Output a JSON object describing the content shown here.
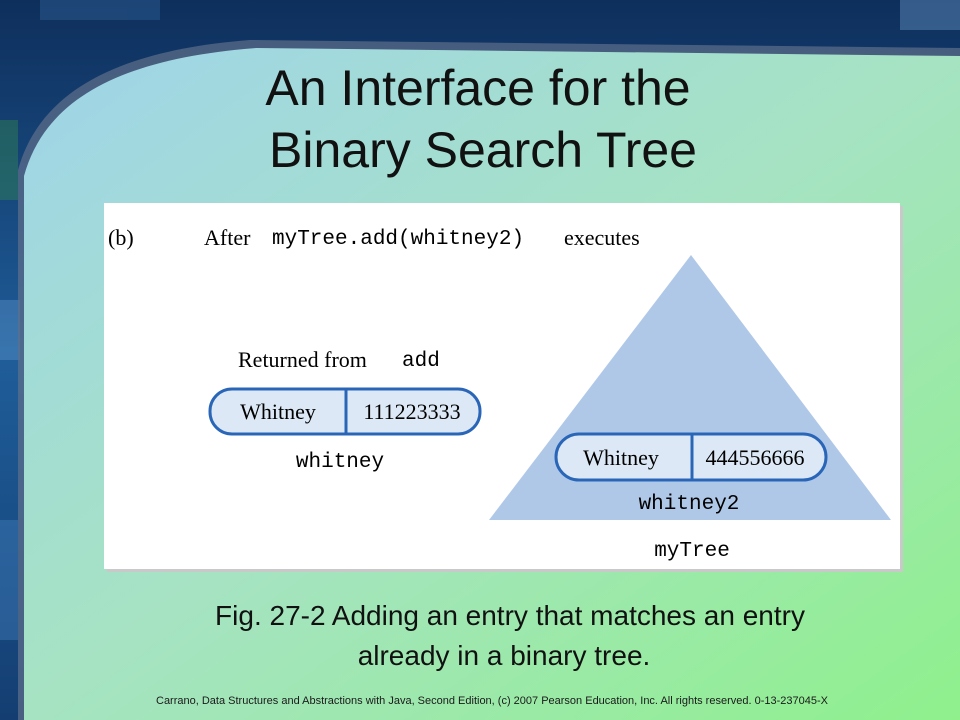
{
  "slide": {
    "title_line1": "An Interface for the",
    "title_line2": "Binary Search Tree",
    "caption_line1": "Fig. 27-2 Adding an entry that matches an entry",
    "caption_line2": "already in a binary tree.",
    "footer": "Carrano, Data Structures and Abstractions with Java, Second Edition, (c) 2007 Pearson Education, Inc. All rights reserved. 0-13-237045-X"
  },
  "figure": {
    "panel_label": "(b)",
    "heading_prefix": "After",
    "heading_code": "myTree.add(whitney2)",
    "heading_suffix": "executes",
    "returned_prefix": "Returned from",
    "returned_code": "add",
    "left_record": {
      "name": "Whitney",
      "id": "111223333",
      "variable": "whitney"
    },
    "tree_record": {
      "name": "Whitney",
      "id": "444556666",
      "variable": "whitney2"
    },
    "tree_label": "myTree"
  },
  "colors": {
    "tree_fill": "#b0c8e8",
    "record_fill": "#dce8f5",
    "record_stroke": "#2a66b8"
  }
}
